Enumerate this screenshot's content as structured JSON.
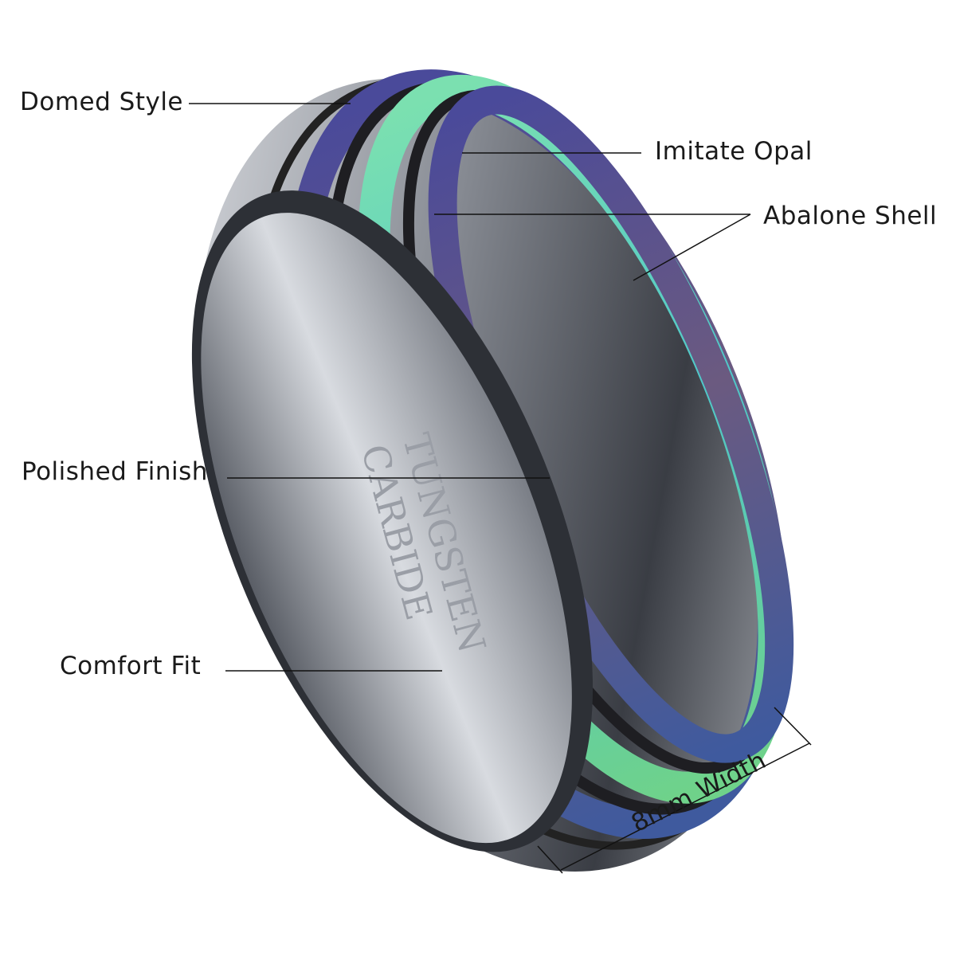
{
  "labels": {
    "domed_style": "Domed Style",
    "imitate_opal": "Imitate Opal",
    "abalone_shell": "Abalone Shell",
    "polished_finish": "Polished Finish",
    "comfort_fit": "Comfort Fit",
    "width": "8mm Width"
  },
  "engraving": {
    "line1": "TUNGSTEN",
    "line2": "CARBIDE"
  },
  "colors": {
    "opal": "#5fd7a8",
    "abalone": "#4a4f9a",
    "metal": "#b8bcc4"
  }
}
